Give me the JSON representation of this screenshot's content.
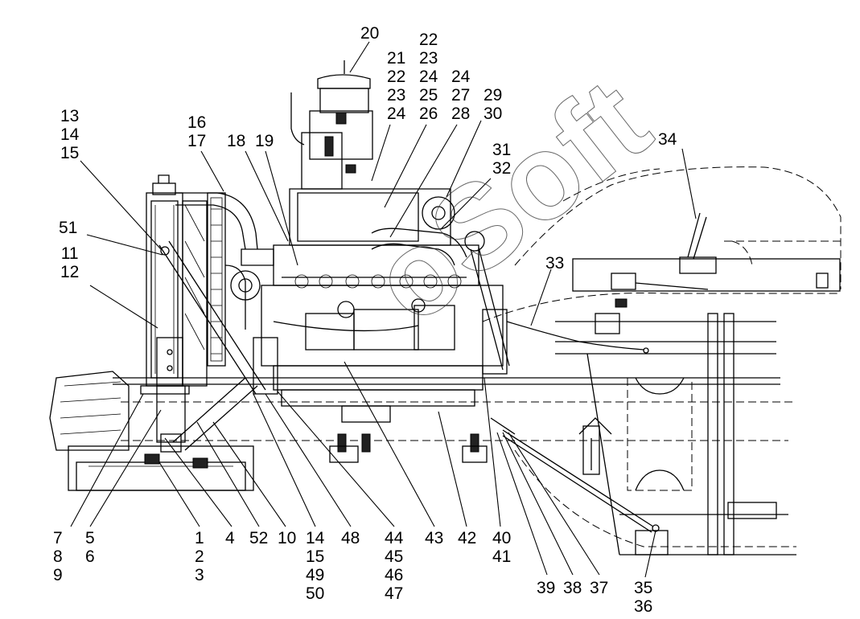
{
  "watermark": "oSoft",
  "callouts": [
    {
      "id": "c20",
      "text": "20"
    },
    {
      "id": "c21",
      "text": "21\n22\n23\n24"
    },
    {
      "id": "c22",
      "text": "22\n23\n24\n25\n26"
    },
    {
      "id": "c24",
      "text": "24\n27\n28"
    },
    {
      "id": "c29",
      "text": "29\n30"
    },
    {
      "id": "c31",
      "text": "31\n32"
    },
    {
      "id": "c34",
      "text": "34"
    },
    {
      "id": "c13",
      "text": "13\n14\n15"
    },
    {
      "id": "c16",
      "text": "16\n17"
    },
    {
      "id": "c18",
      "text": "18"
    },
    {
      "id": "c19",
      "text": "19"
    },
    {
      "id": "c51",
      "text": "51"
    },
    {
      "id": "c11",
      "text": "11\n12"
    },
    {
      "id": "c33",
      "text": "33"
    },
    {
      "id": "c7",
      "text": "7\n8\n9"
    },
    {
      "id": "c5",
      "text": "5\n6"
    },
    {
      "id": "c1",
      "text": "1\n2\n3"
    },
    {
      "id": "c4",
      "text": "4"
    },
    {
      "id": "c52",
      "text": "52"
    },
    {
      "id": "c10",
      "text": "10"
    },
    {
      "id": "c14",
      "text": "14\n15\n49\n50"
    },
    {
      "id": "c48",
      "text": "48"
    },
    {
      "id": "c44",
      "text": "44\n45\n46\n47"
    },
    {
      "id": "c43",
      "text": "43"
    },
    {
      "id": "c42",
      "text": "42"
    },
    {
      "id": "c40",
      "text": "40\n41"
    },
    {
      "id": "c39",
      "text": "39"
    },
    {
      "id": "c38",
      "text": "38"
    },
    {
      "id": "c37",
      "text": "37"
    },
    {
      "id": "c35",
      "text": "35\n36"
    }
  ]
}
